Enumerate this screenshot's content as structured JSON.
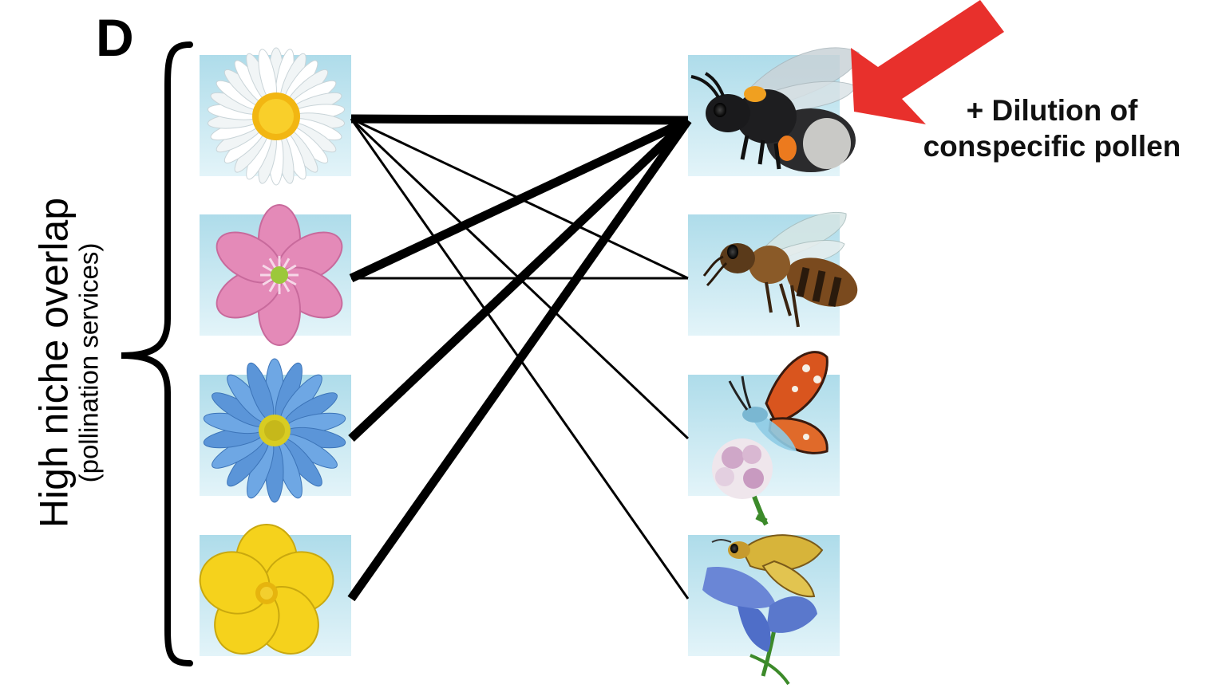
{
  "panel_label": "D",
  "axis_label": {
    "main": "High niche overlap",
    "sub": "(pollination services)"
  },
  "callout": {
    "line1": "+ Dilution of",
    "line2": "conspecific pollen",
    "arrow_color": "#e8302c"
  },
  "plants": [
    "white-daisy-icon",
    "pink-flower-icon",
    "blue-aster-icon",
    "yellow-buttercup-icon"
  ],
  "pollinators": [
    "bumblebee-icon",
    "honeybee-icon",
    "butterfly-icon",
    "skipper-moth-icon"
  ],
  "interactions": [
    {
      "plant": 0,
      "pollinator": 0,
      "strength": "strong"
    },
    {
      "plant": 0,
      "pollinator": 1,
      "strength": "weak"
    },
    {
      "plant": 0,
      "pollinator": 2,
      "strength": "weak"
    },
    {
      "plant": 0,
      "pollinator": 3,
      "strength": "weak"
    },
    {
      "plant": 1,
      "pollinator": 0,
      "strength": "strong"
    },
    {
      "plant": 1,
      "pollinator": 1,
      "strength": "weak"
    },
    {
      "plant": 2,
      "pollinator": 0,
      "strength": "strong"
    },
    {
      "plant": 3,
      "pollinator": 0,
      "strength": "strong"
    }
  ],
  "colors": {
    "tile_top": "#aedcea",
    "tile_bottom": "#e3f4f9",
    "link": "#000000"
  }
}
